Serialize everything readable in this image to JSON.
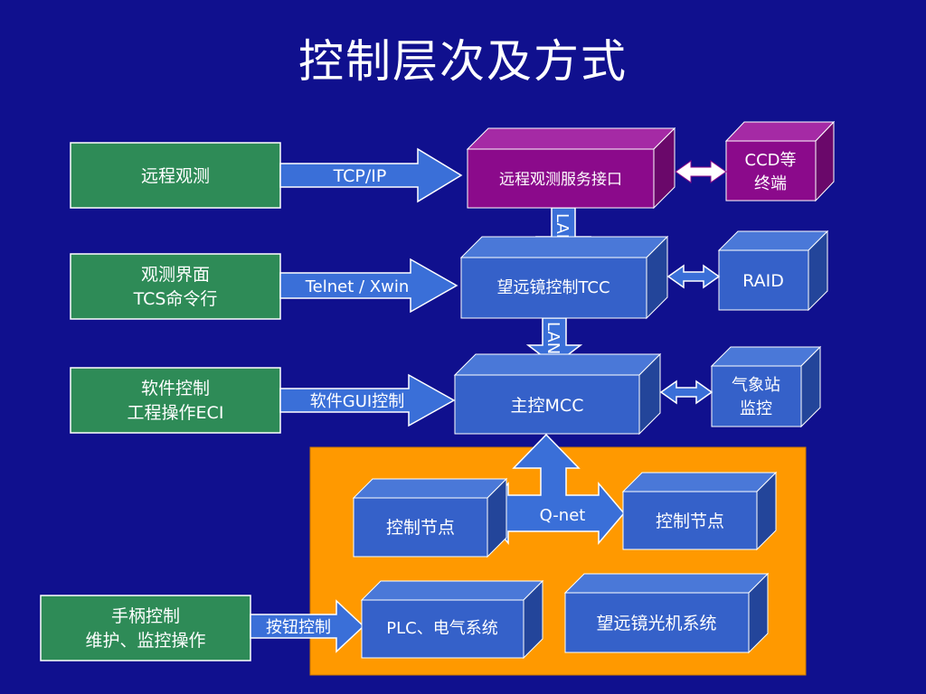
{
  "title": "控制层次及方式",
  "left_boxes": {
    "remote": {
      "line1": "远程观测"
    },
    "ui": {
      "line1": "观测界面",
      "line2": "TCS命令行"
    },
    "software": {
      "line1": "软件控制",
      "line2": "工程操作ECI"
    },
    "handset": {
      "line1": "手柄控制",
      "line2": "维护、监控操作"
    }
  },
  "arrows": {
    "tcpip": "TCP/IP",
    "telnet": "Telnet / Xwin",
    "gui": "软件GUI控制",
    "button": "按钮控制",
    "lan1": "LAN",
    "lan2": "LAN",
    "qnet": "Q-net"
  },
  "center_boxes": {
    "remote_service": "远程观测服务接口",
    "tcc": "望远镜控制TCC",
    "mcc": "主控MCC"
  },
  "right_boxes": {
    "ccd": {
      "line1": "CCD等",
      "line2": "终端"
    },
    "raid": {
      "line1": "RAID"
    },
    "weather": {
      "line1": "气象站",
      "line2": "监控"
    }
  },
  "subsystem_boxes": {
    "node_left": "控制节点",
    "node_right": "控制节点",
    "plc": "PLC、电气系统",
    "optics": "望远镜光机系统"
  },
  "colors": {
    "background": "#10108e",
    "green_box": "#2e8b57",
    "blue_box": "#3561c9",
    "purple_box": "#8b0a8b",
    "orange_panel": "#ff9900",
    "arrow_fill": "#3a6fd8"
  }
}
